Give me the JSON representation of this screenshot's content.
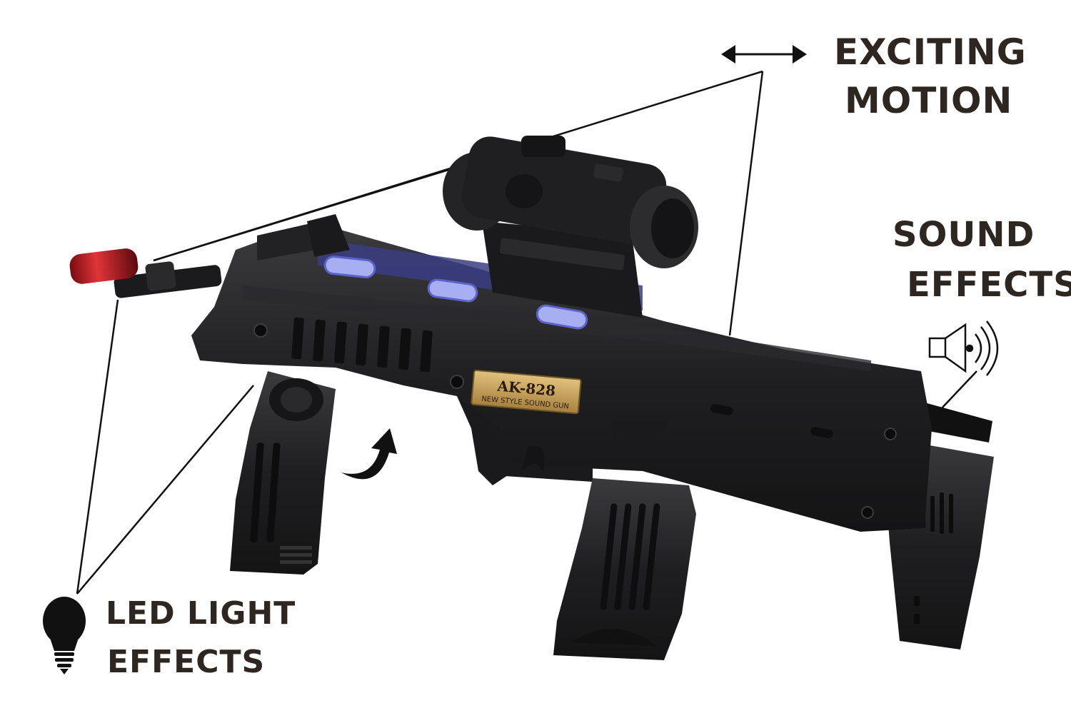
{
  "features": {
    "motion": {
      "line1": "EXCITING",
      "line2": "MOTION"
    },
    "sound": {
      "line1": "SOUND",
      "line2": "EFFECTS"
    },
    "light": {
      "line1": "LED LIGHT",
      "line2": "EFFECTS"
    }
  },
  "nameplate": {
    "model": "AK-828",
    "subtitle": "NEW STYLE SOUND GUN"
  },
  "colors": {
    "background": "#ffffff",
    "body": "#1c1c1e",
    "body_highlight": "#3a3a3d",
    "muzzle_light": "#d8232a",
    "blue_led": "#8c93e8",
    "nameplate_gold": "#c9a25a",
    "label_text": "#2e2620"
  },
  "icons": [
    "double-arrow-icon",
    "speaker-icon",
    "light-bulb-icon",
    "rotate-arrow-icon"
  ]
}
